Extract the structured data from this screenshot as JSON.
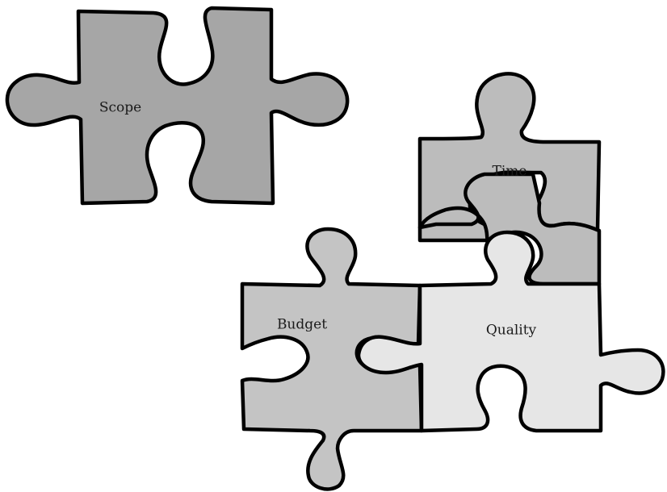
{
  "pieces": {
    "scope": {
      "label": "Scope",
      "fill": "#a6a6a6"
    },
    "time": {
      "label": "Time",
      "fill": "#bcbcbc"
    },
    "budget": {
      "label": "Budget",
      "fill": "#c4c4c4"
    },
    "quality": {
      "label": "Quality",
      "fill": "#e6e6e6"
    }
  },
  "colors": {
    "outline": "#000000",
    "background": "#ffffff"
  }
}
